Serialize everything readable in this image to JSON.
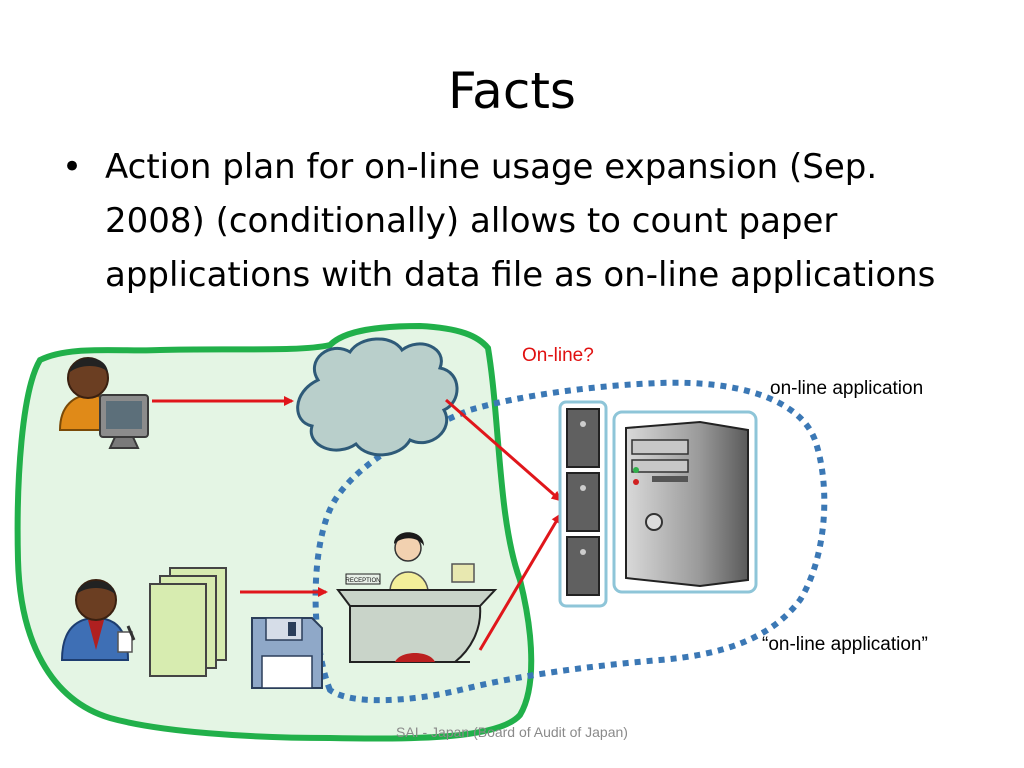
{
  "slide": {
    "title": "Facts",
    "bullet_marker": "•",
    "bullet_text": "Action plan for on-line usage expansion (Sep. 2008) (conditionally) allows to count paper applications with data file as on-line applications"
  },
  "diagram": {
    "label_online_question": "On-line?",
    "label_online_application": "on-line application",
    "label_online_application_quoted": "“on-line application”",
    "reception_sign": "RECEPTION"
  },
  "footer": "SAI - Japan (Board of Audit of Japan)",
  "colors": {
    "green_region_fill": "#e4f5e4",
    "green_region_stroke": "#21b04a",
    "dotted_region_stroke": "#3b78b5",
    "arrow": "#e0161b",
    "cloud_fill": "#b9cfcb",
    "cloud_stroke": "#2e5a78"
  }
}
